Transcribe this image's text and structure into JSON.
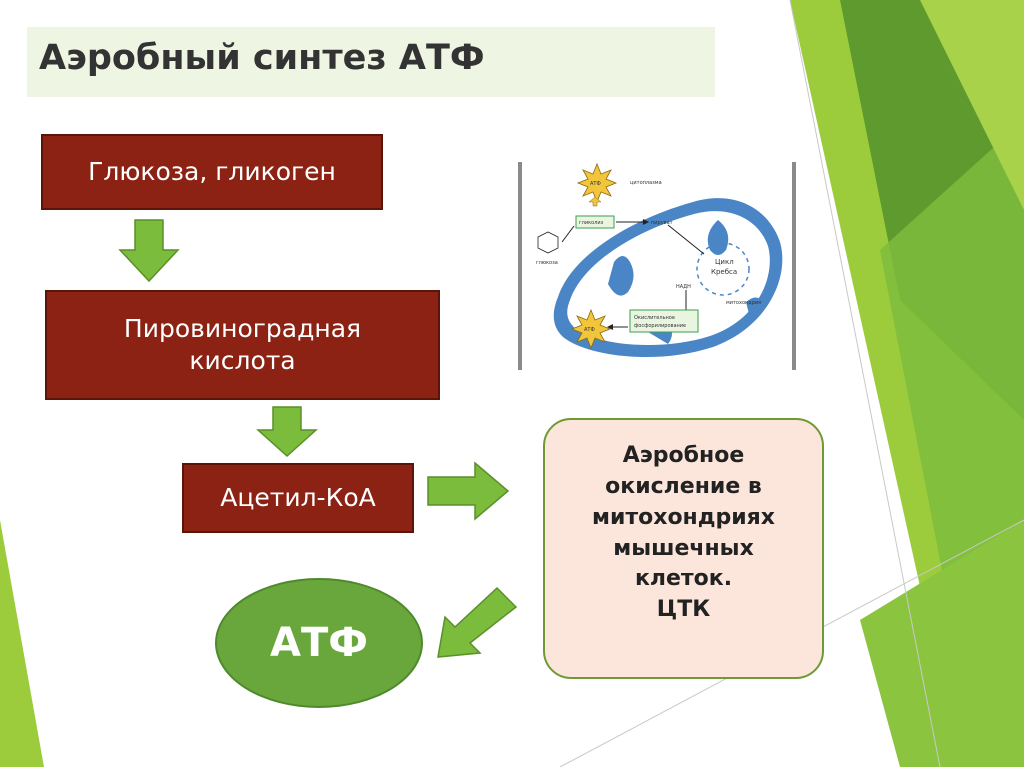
{
  "title": "Аэробный синтез АТФ",
  "steps": {
    "glucose": "Глюкоза, гликоген",
    "pyruvic": [
      "Пировиноградная",
      "кислота"
    ],
    "acetyl": "Ацетил-КоА"
  },
  "oxidation_note": [
    "Аэробное",
    "окисление в",
    "митохондриях",
    "мышечных",
    "клеток.",
    "ЦТК"
  ],
  "product": "АТФ",
  "figure": {
    "atp_top": "АТФ",
    "atp_bottom": "АТФ",
    "cytoplasm": "цитоплазма",
    "glycolysis": "гликолиз",
    "pyruvate": "пируват",
    "krebs_1": "Цикл",
    "krebs_2": "Кребса",
    "nadh": "НАДН",
    "mitochondrion": "митохондрия",
    "glucose": "глюкоза",
    "oxphos_1": "Окислительное",
    "oxphos_2": "фосфорилирование"
  },
  "colors": {
    "box_fill": "#8b2214",
    "arrow_green": "#7cbc3c",
    "ellipse_green": "#69a73c",
    "note_fill": "#fce6dc",
    "title_bg": "#eef5e2"
  }
}
